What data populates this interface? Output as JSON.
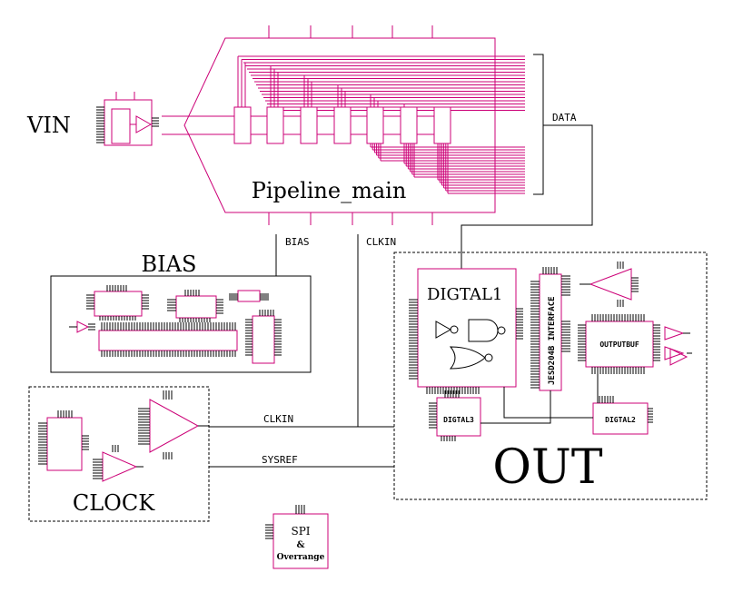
{
  "labels": {
    "vin": "VIN",
    "pipeline": "Pipeline_main",
    "data": "DATA",
    "bias_top": "BIAS",
    "bias_wire": "BIAS",
    "clkin_wire_top": "CLKIN",
    "clkin_wire_mid": "CLKIN",
    "sysref": "SYSREF",
    "digital1": "DIGTAL1",
    "jesd": "JESD204B INTERFACE",
    "outputbuf": "OUTPUTBUF",
    "digital3": "DIGTAL3",
    "digital2": "DIGTAL2",
    "out": "OUT",
    "clock": "CLOCK",
    "spi_line1": "SPI",
    "spi_line2": "&",
    "spi_line3": "Overrange"
  },
  "colors": {
    "wire": "#000000",
    "component": "#cc0077",
    "background": "#ffffff"
  }
}
